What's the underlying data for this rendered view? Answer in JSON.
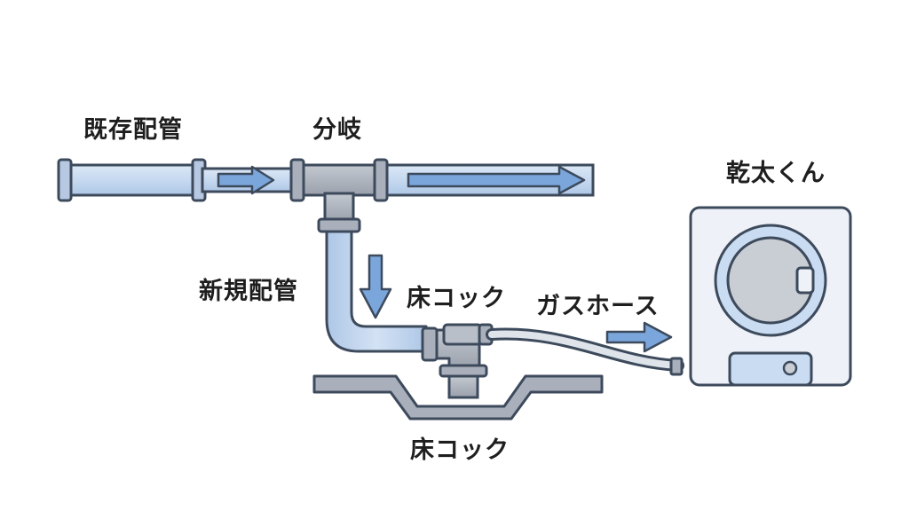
{
  "labels": {
    "existing_pipe": "既存配管",
    "branch": "分岐",
    "new_pipe": "新規配管",
    "floor_cock_top": "床コック",
    "gas_hose": "ガスホース",
    "dryer": "乾太くん",
    "floor_cock_bottom": "床コック"
  },
  "colors": {
    "pipe_fill": "#c9dcf2",
    "pipe_stroke": "#3d4a5c",
    "fitting": "#a9b0bb",
    "arrow": "#7aa6dc",
    "dryer_body": "#eef1f7",
    "drum": "#c9cdd4"
  }
}
